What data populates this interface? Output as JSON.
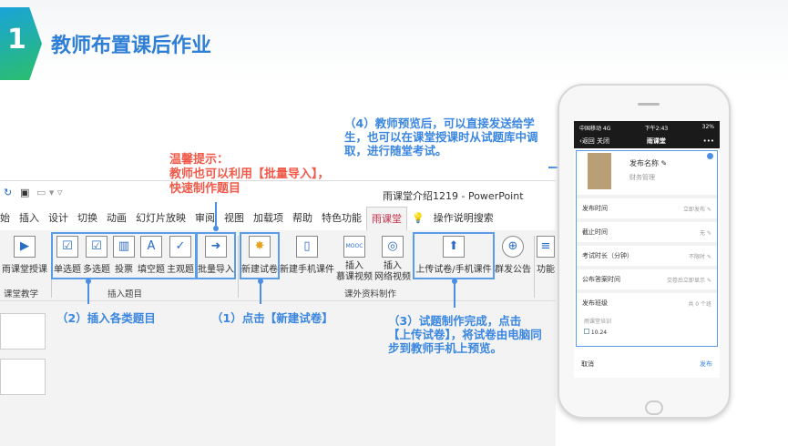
{
  "slide": {
    "number": "1",
    "title": "教师布置课后作业"
  },
  "ppt": {
    "window_title": "雨课堂介绍1219 - PowerPoint",
    "tabs": [
      "始",
      "插入",
      "设计",
      "切换",
      "动画",
      "幻灯片放映",
      "审阅",
      "视图",
      "加载项",
      "帮助",
      "特色功能",
      "雨课堂"
    ],
    "search": "操作说明搜索",
    "buttons": {
      "teach": "雨课堂授课",
      "single": "单选题",
      "multi": "多选题",
      "vote": "投票",
      "fill": "填空题",
      "subj": "主观题",
      "batch": "批量导入",
      "newtest": "新建试卷",
      "newmobile": "新建手机课件",
      "mooc": "插入\n慕课视频",
      "web": "插入\n网络视频",
      "upload": "上传试卷/手机课件",
      "notice": "群发公告",
      "func": "功能"
    },
    "groups": {
      "teach": "课堂教学",
      "insert": "插入题目",
      "extra": "课外资料制作"
    }
  },
  "annotations": {
    "tip_title": "温馨提示：",
    "tip_body": "教师也可以利用【批量导入】，快速制作题目",
    "a1": "（1）点击【新建试卷】",
    "a2": "（2）插入各类题目",
    "a3": "（3）试题制作完成，点击【上传试卷】，将试卷由电脑同步到教师手机上预览。",
    "a4": "（4）教师预览后，可以直接发送给学生，也可以在课堂授课时从试题库中调取，进行随堂考试。"
  },
  "phone": {
    "carrier": "中国移动 4G",
    "time": "下午2:43",
    "battery": "32%",
    "back": "返回",
    "close": "关闭",
    "app": "雨课堂",
    "more": "•••",
    "pub_name_label": "发布名称",
    "pub_name": "财务管理",
    "rows": [
      {
        "label": "发布时间",
        "value": "立即发布"
      },
      {
        "label": "截止时间",
        "value": "无"
      },
      {
        "label": "考试时长（分钟）",
        "value": "不限时"
      },
      {
        "label": "公布答案时间",
        "value": "交卷后立即显示"
      },
      {
        "label": "发布班级",
        "value": "共 0 个班"
      }
    ],
    "class_group": "雨课堂培训",
    "class_item": "10.24",
    "cancel": "取消",
    "publish": "发布"
  },
  "colors": {
    "accent": "#3a86e0",
    "tip": "#f05a4a",
    "tab_active": "#c4314b"
  }
}
